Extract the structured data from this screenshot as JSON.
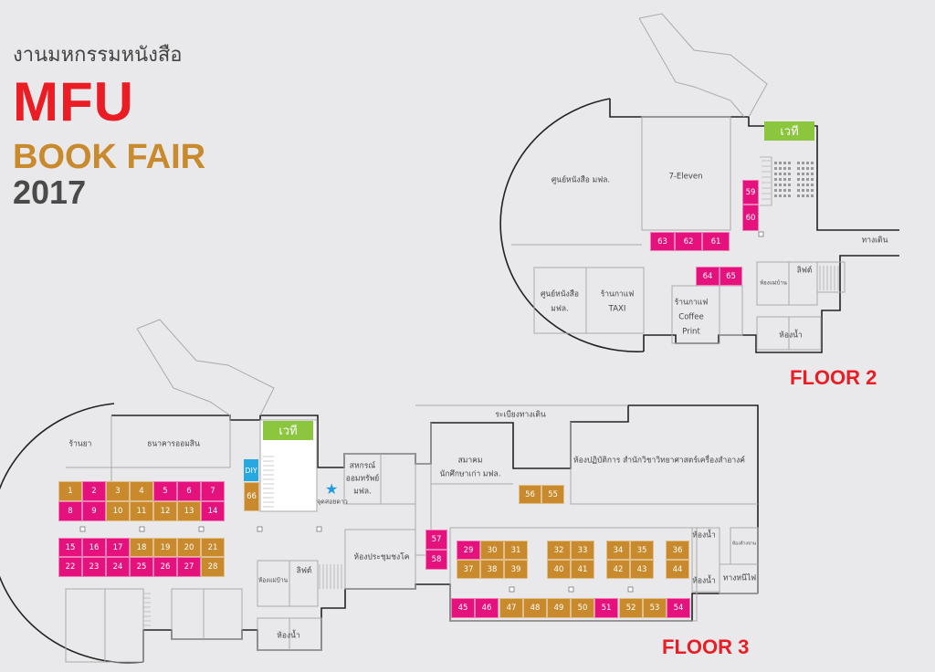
{
  "title": {
    "thai": "งานมหกรรมหนังสือ",
    "line1": "MFU",
    "line2": "BOOK FAIR",
    "line3": "2017"
  },
  "colors": {
    "pink": "#e5127d",
    "gold": "#c88a2c",
    "green": "#8cc63f",
    "blue": "#27a8e0",
    "red": "#ea1c24",
    "star": "#1e9be0"
  },
  "floor2": {
    "label": "FLOOR 2",
    "stage": "เวที",
    "rooms": {
      "bookcenter_big": "ศูนย์หนังสือ มฟล.",
      "seven_eleven": "7-Eleven",
      "walkway": "ทางเดิน",
      "bookcenter_small_1": "ศูนย์หนังสือ",
      "bookcenter_small_2": "มฟล.",
      "cafe_taxi_1": "ร้านกาแฟ",
      "cafe_taxi_2": "TAXI",
      "cafe_print_1": "ร้านกาแฟ",
      "cafe_print_2": "Coffee",
      "cafe_print_3": "Print",
      "housekeeping": "ห้องแม่บ้าน",
      "lift": "ลิฟต์",
      "restroom": "ห้องน้ำ"
    }
  },
  "floor3": {
    "label": "FLOOR 3",
    "stage": "เวที",
    "diy": "DIY",
    "rooms": {
      "pharmacy": "ร้านยา",
      "bank": "ธนาคารออมสิน",
      "coop_1": "สหกรณ์",
      "coop_2": "ออมทรัพย์",
      "coop_3": "มฟล.",
      "star_point": "จุดสอยดาว",
      "meeting": "ห้องประชุมชงโค",
      "lift": "ลิฟต์",
      "housekeeping": "ห้องแม่บ้าน",
      "restroom": "ห้องน้ำ",
      "corridor": "ระเบียงทางเดิน",
      "alumni_1": "สมาคม",
      "alumni_2": "นักศึกษาเก่า มฟล.",
      "lab": "ห้องปฏิบัติการ สำนักวิชาวิทยาศาสตร์เครื่องสำอางค์",
      "restroom_a": "ห้องน้ำ",
      "restroom_b": "ห้องน้ำ",
      "dishwash": "ห้องล้างจาน",
      "fire_exit": "ทางหนีไฟ"
    }
  },
  "booths": [
    {
      "n": "1",
      "c": "gold"
    },
    {
      "n": "2",
      "c": "pink"
    },
    {
      "n": "3",
      "c": "gold"
    },
    {
      "n": "4",
      "c": "gold"
    },
    {
      "n": "5",
      "c": "pink"
    },
    {
      "n": "6",
      "c": "pink"
    },
    {
      "n": "7",
      "c": "pink"
    },
    {
      "n": "8",
      "c": "pink"
    },
    {
      "n": "9",
      "c": "pink"
    },
    {
      "n": "10",
      "c": "gold"
    },
    {
      "n": "11",
      "c": "gold"
    },
    {
      "n": "12",
      "c": "gold"
    },
    {
      "n": "13",
      "c": "gold"
    },
    {
      "n": "14",
      "c": "pink"
    },
    {
      "n": "15",
      "c": "pink"
    },
    {
      "n": "16",
      "c": "pink"
    },
    {
      "n": "17",
      "c": "pink"
    },
    {
      "n": "18",
      "c": "gold"
    },
    {
      "n": "19",
      "c": "gold"
    },
    {
      "n": "20",
      "c": "gold"
    },
    {
      "n": "21",
      "c": "gold"
    },
    {
      "n": "22",
      "c": "pink"
    },
    {
      "n": "23",
      "c": "pink"
    },
    {
      "n": "24",
      "c": "pink"
    },
    {
      "n": "25",
      "c": "pink"
    },
    {
      "n": "26",
      "c": "pink"
    },
    {
      "n": "27",
      "c": "pink"
    },
    {
      "n": "28",
      "c": "gold"
    },
    {
      "n": "29",
      "c": "pink"
    },
    {
      "n": "30",
      "c": "gold"
    },
    {
      "n": "31",
      "c": "gold"
    },
    {
      "n": "32",
      "c": "gold"
    },
    {
      "n": "33",
      "c": "gold"
    },
    {
      "n": "34",
      "c": "gold"
    },
    {
      "n": "35",
      "c": "gold"
    },
    {
      "n": "36",
      "c": "gold"
    },
    {
      "n": "37",
      "c": "gold"
    },
    {
      "n": "38",
      "c": "gold"
    },
    {
      "n": "39",
      "c": "gold"
    },
    {
      "n": "40",
      "c": "gold"
    },
    {
      "n": "41",
      "c": "gold"
    },
    {
      "n": "42",
      "c": "gold"
    },
    {
      "n": "43",
      "c": "gold"
    },
    {
      "n": "44",
      "c": "gold"
    },
    {
      "n": "45",
      "c": "pink"
    },
    {
      "n": "46",
      "c": "pink"
    },
    {
      "n": "47",
      "c": "gold"
    },
    {
      "n": "48",
      "c": "gold"
    },
    {
      "n": "49",
      "c": "gold"
    },
    {
      "n": "50",
      "c": "gold"
    },
    {
      "n": "51",
      "c": "pink"
    },
    {
      "n": "52",
      "c": "gold"
    },
    {
      "n": "53",
      "c": "gold"
    },
    {
      "n": "54",
      "c": "pink"
    },
    {
      "n": "55",
      "c": "gold"
    },
    {
      "n": "56",
      "c": "gold"
    },
    {
      "n": "57",
      "c": "pink"
    },
    {
      "n": "58",
      "c": "pink"
    },
    {
      "n": "59",
      "c": "pink"
    },
    {
      "n": "60",
      "c": "pink"
    },
    {
      "n": "61",
      "c": "pink"
    },
    {
      "n": "62",
      "c": "pink"
    },
    {
      "n": "63",
      "c": "pink"
    },
    {
      "n": "64",
      "c": "pink"
    },
    {
      "n": "65",
      "c": "pink"
    },
    {
      "n": "66",
      "c": "gold"
    }
  ]
}
